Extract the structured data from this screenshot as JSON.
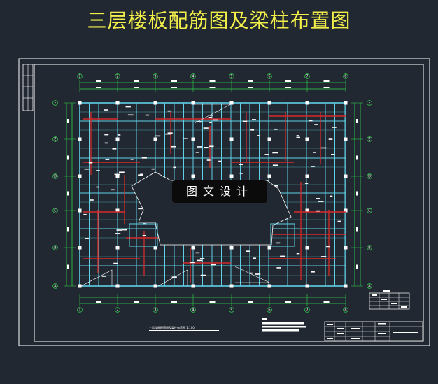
{
  "page": {
    "title": "三层楼板配筋图及梁柱布置图"
  },
  "watermark": {
    "text": "图文设计"
  },
  "plan": {
    "caption": "三层楼板配筋图及梁柱布置图 1:100",
    "column_axis_labels": [
      "1",
      "2",
      "3",
      "4",
      "5",
      "6",
      "7",
      "8"
    ],
    "row_axis_labels": [
      "F",
      "E",
      "D",
      "C",
      "B",
      "A"
    ]
  },
  "colors": {
    "background": "#222831",
    "frame": "#ffffff",
    "dimension": "#2fd64a",
    "beam": "#5fd0e6",
    "rebar": "#d42a2a",
    "labels": "#ffffff",
    "title": "#f2ee4a"
  },
  "icons": {
    "watermark": "tuwen-logo-icon"
  }
}
